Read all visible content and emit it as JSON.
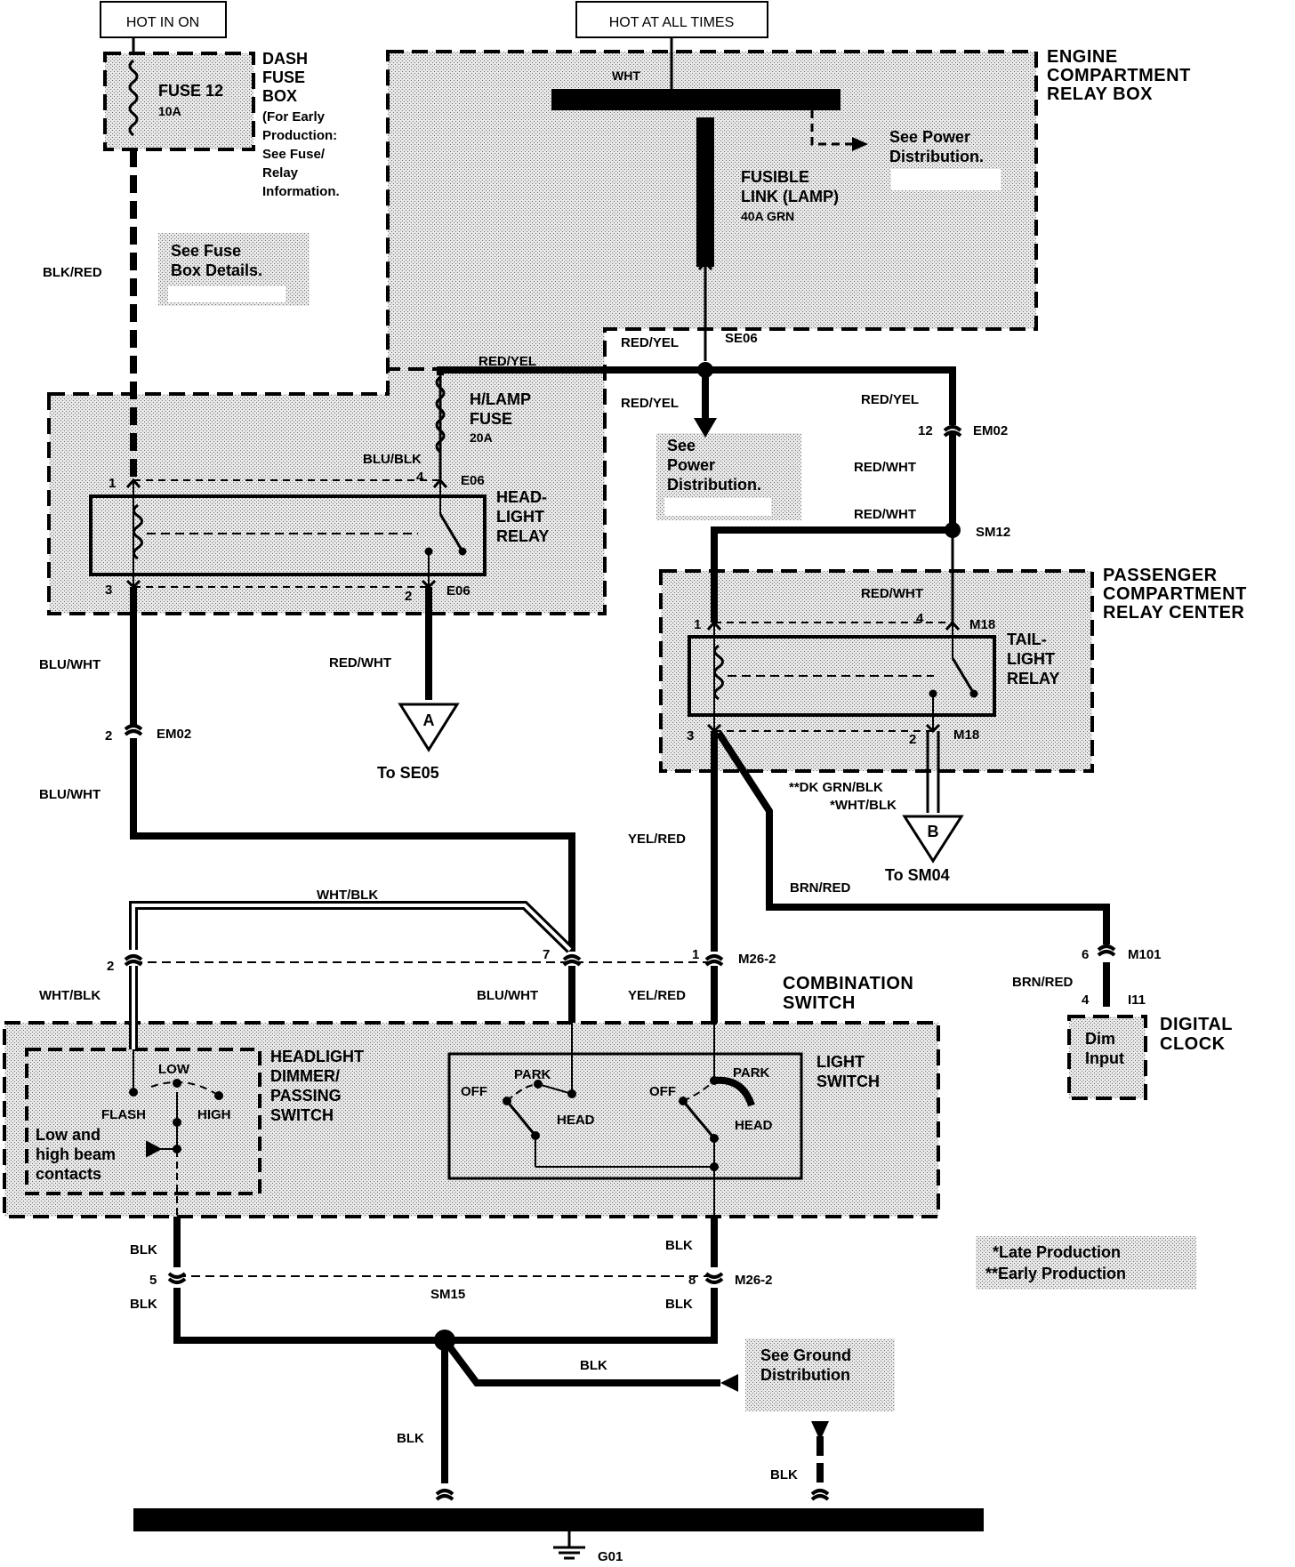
{
  "headers": {
    "hot_in_on": "HOT IN ON",
    "hot_at_all_times": "HOT AT ALL TIMES"
  },
  "dash_fuse_box": {
    "fuse_name": "FUSE 12",
    "fuse_rating": "10A",
    "title_lines": [
      "DASH",
      "FUSE",
      "BOX"
    ],
    "note_lines": [
      "(For Early",
      "Production:",
      "See Fuse/",
      "Relay",
      "Information."
    ]
  },
  "engine_relay_box": {
    "title_lines": [
      "ENGINE",
      "COMPARTMENT",
      "RELAY BOX"
    ],
    "bus_wire": "WHT",
    "power_dist_lines": [
      "See Power",
      "Distribution."
    ],
    "fusible_link_lines": [
      "FUSIBLE",
      "LINK (LAMP)"
    ],
    "fusible_rating": "40A GRN"
  },
  "fuse_details_lines": [
    "See Fuse",
    "Box Details."
  ],
  "wires": {
    "blk_red": "BLK/RED",
    "red_yel": "RED/YEL",
    "red_wht": "RED/WHT",
    "blu_blk": "BLU/BLK",
    "blu_wht": "BLU/WHT",
    "wht_blk": "WHT/BLK",
    "yel_red": "YEL/RED",
    "brn_red": "BRN/RED",
    "blk": "BLK",
    "dk_grn_blk": "**DK GRN/BLK",
    "wht_blk_late": "*WHT/BLK"
  },
  "hlamp_fuse": {
    "lines": [
      "H/LAMP",
      "FUSE"
    ],
    "rating": "20A"
  },
  "headlight_relay": {
    "title_lines": [
      "HEAD-",
      "LIGHT",
      "RELAY"
    ]
  },
  "taillight_relay": {
    "title_lines": [
      "TAIL-",
      "LIGHT",
      "RELAY"
    ]
  },
  "passenger_relay_center": {
    "title_lines": [
      "PASSENGER",
      "COMPARTMENT",
      "RELAY CENTER"
    ]
  },
  "power_dist_2_lines": [
    "See",
    "Power",
    "Distribution."
  ],
  "connectors": {
    "se06": "SE06",
    "em02": "EM02",
    "sm12": "SM12",
    "m18": "M18",
    "e06": "E06",
    "m26_2": "M26-2",
    "m101": "M101",
    "i11": "I11",
    "sm15": "SM15",
    "g01": "G01"
  },
  "pins": {
    "p1": "1",
    "p2": "2",
    "p3": "3",
    "p4": "4",
    "p5": "5",
    "p6": "6",
    "p7": "7",
    "p8": "8",
    "p12": "12"
  },
  "offpage": {
    "a_letter": "A",
    "a_text": "To SE05",
    "b_letter": "B",
    "b_text": "To SM04"
  },
  "combination_switch_lines": [
    "COMBINATION",
    "SWITCH"
  ],
  "dimmer_switch": {
    "title_lines": [
      "HEADLIGHT",
      "DIMMER/",
      "PASSING",
      "SWITCH"
    ],
    "low": "LOW",
    "flash": "FLASH",
    "high": "HIGH",
    "contacts_lines": [
      "Low and",
      "high beam",
      "contacts"
    ]
  },
  "light_switch": {
    "title_lines": [
      "LIGHT",
      "SWITCH"
    ],
    "off": "OFF",
    "park": "PARK",
    "head": "HEAD"
  },
  "digital_clock": {
    "title_lines": [
      "DIGITAL",
      "CLOCK"
    ],
    "input_lines": [
      "Dim",
      "Input"
    ]
  },
  "legend_lines": [
    "*Late Production",
    "**Early Production"
  ],
  "ground_dist_lines": [
    "See Ground",
    "Distribution"
  ]
}
